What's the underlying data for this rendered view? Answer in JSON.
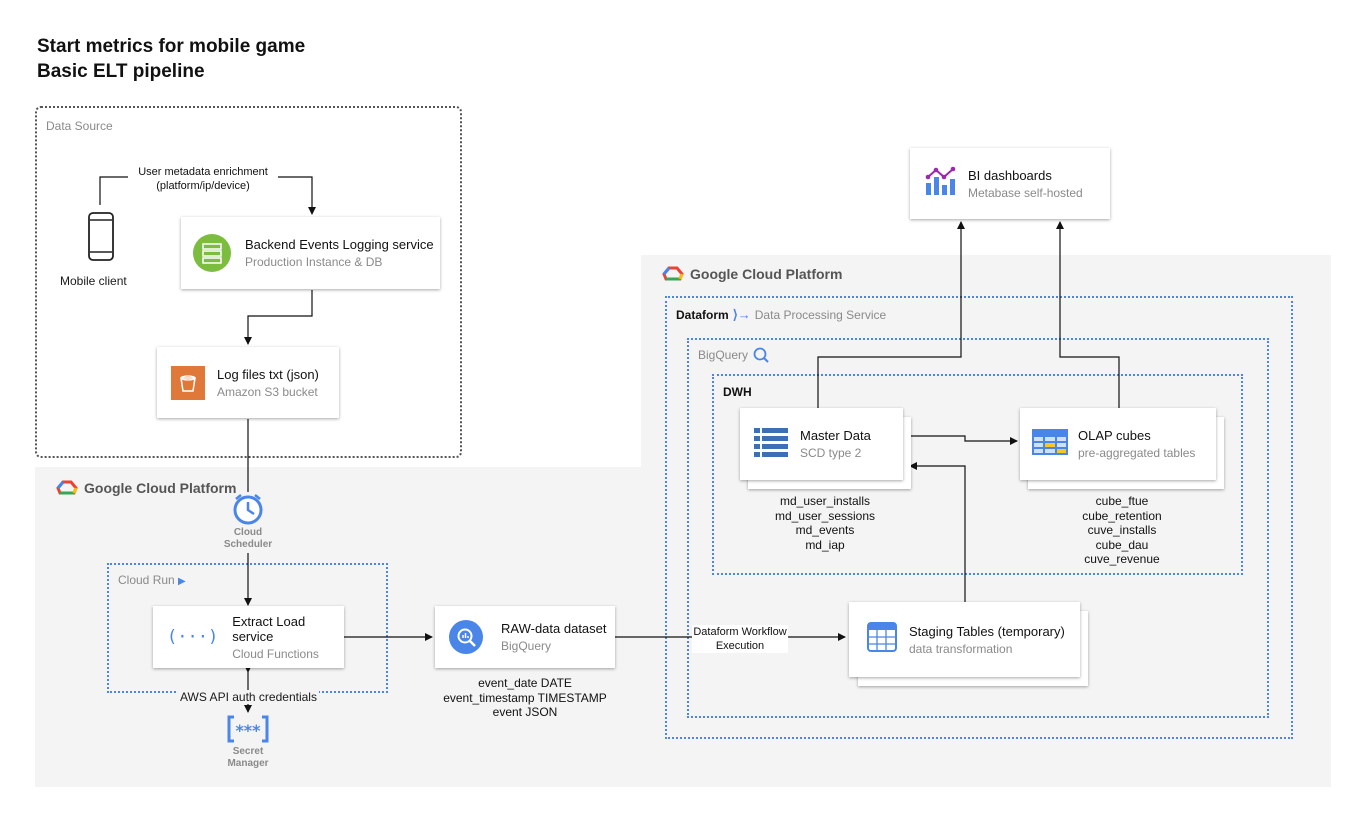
{
  "title": {
    "line1": "Start metrics for mobile game",
    "line2": "Basic ELT pipeline"
  },
  "data_source": {
    "label": "Data Source",
    "mobile_client": "Mobile client",
    "enrichment_label": [
      "User metadata enrichment",
      "(platform/ip/device)"
    ],
    "backend": {
      "title": "Backend Events Logging service",
      "sub": "Production Instance & DB"
    },
    "logfiles": {
      "title": "Log files txt (json)",
      "sub": "Amazon S3 bucket"
    }
  },
  "gcp_left": {
    "title": "Google Cloud Platform",
    "scheduler_caption": [
      "Cloud",
      "Scheduler"
    ],
    "cloud_run_label": "Cloud Run",
    "extract": {
      "title": "Extract Load service",
      "sub": "Cloud Functions"
    },
    "aws_label": "AWS API auth credentials",
    "secret_caption": [
      "Secret",
      "Manager"
    ]
  },
  "raw": {
    "title": "RAW-data dataset",
    "sub": "BigQuery",
    "fields": [
      "event_date DATE",
      "event_timestamp TIMESTAMP",
      "event JSON"
    ]
  },
  "workflow_label": [
    "Dataform Workflow",
    "Execution"
  ],
  "bi": {
    "title": "BI dashboards",
    "sub": "Metabase self-hosted"
  },
  "gcp_right": {
    "title": "Google Cloud Platform",
    "dataform_label": "Dataform",
    "dataform_sub": "Data Processing Service",
    "bigquery_label": "BigQuery",
    "dwh_label": "DWH",
    "master": {
      "title": "Master Data",
      "sub": "SCD type 2",
      "tables": [
        "md_user_installs",
        "md_user_sessions",
        "md_events",
        "md_iap"
      ]
    },
    "olap": {
      "title": "OLAP cubes",
      "sub": "pre-aggregated tables",
      "tables": [
        "cube_ftue",
        "cube_retention",
        "cuve_installs",
        "cube_dau",
        "cuve_revenue"
      ]
    },
    "staging": {
      "title": "Staging Tables (temporary)",
      "sub": "data transformation"
    }
  }
}
